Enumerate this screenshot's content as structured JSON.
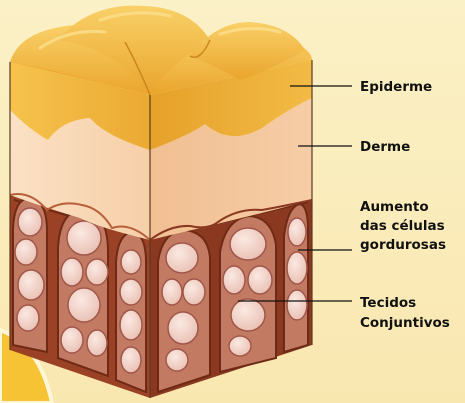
{
  "diagram": {
    "labels": {
      "epidermis": "Epiderme",
      "dermis": "Derme",
      "fat_cells": [
        "Aumento",
        "das células",
        "gordurosas"
      ],
      "connective_tissue": [
        "Tecidos",
        "Conjuntivos"
      ]
    },
    "colors": {
      "background": "#fbeec0",
      "epidermis": "#f1b436",
      "dermis": "#f6cda7",
      "connective_tissue": "#9b4226",
      "fat_cell": "#f3d5cb",
      "leader_line": "#111111"
    }
  }
}
